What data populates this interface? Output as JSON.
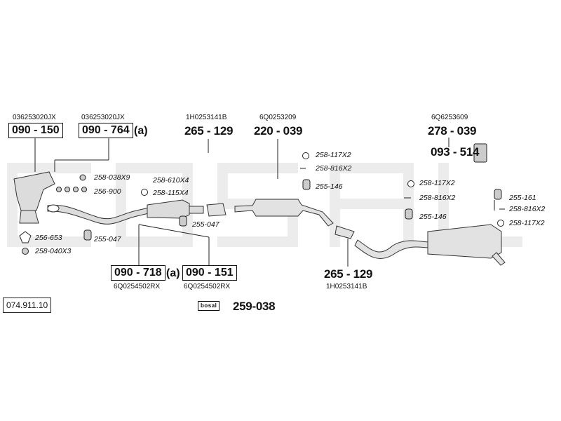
{
  "oem_top": [
    {
      "id": "oem-1",
      "text": "036253020JX"
    },
    {
      "id": "oem-2",
      "text": "036253020JX"
    },
    {
      "id": "oem-3",
      "text": "1H0253141B"
    },
    {
      "id": "oem-4",
      "text": "6Q0253209"
    },
    {
      "id": "oem-5",
      "text": "6Q6253609"
    }
  ],
  "oem_bottom": [
    {
      "id": "oem-6",
      "text": "6Q0254502RX"
    },
    {
      "id": "oem-7",
      "text": "6Q0254502RX"
    },
    {
      "id": "oem-8",
      "text": "1H0253141B"
    }
  ],
  "boxed_parts": [
    {
      "id": "part-090-150",
      "text": "090 - 150"
    },
    {
      "id": "part-090-764",
      "text": "090 - 764",
      "suffix": "(a)"
    },
    {
      "id": "part-090-718",
      "text": "090 - 718",
      "suffix": "(a)"
    },
    {
      "id": "part-090-151",
      "text": "090 - 151"
    }
  ],
  "bold_parts": [
    {
      "id": "part-265-129-top",
      "text": "265 - 129"
    },
    {
      "id": "part-220-039",
      "text": "220 - 039"
    },
    {
      "id": "part-278-039",
      "text": "278 - 039"
    },
    {
      "id": "part-093-514",
      "text": "093 - 514"
    },
    {
      "id": "part-265-129-bottom",
      "text": "265 - 129"
    },
    {
      "id": "part-259-038",
      "text": "259-038"
    }
  ],
  "small_parts": [
    {
      "id": "sp-258-038X9",
      "text": "258-038X9"
    },
    {
      "id": "sp-258-610X4",
      "text": "258-610X4"
    },
    {
      "id": "sp-256-900",
      "text": "256-900"
    },
    {
      "id": "sp-258-115X4",
      "text": "258-115X4"
    },
    {
      "id": "sp-256-653",
      "text": "256-653"
    },
    {
      "id": "sp-255-047-left",
      "text": "255-047"
    },
    {
      "id": "sp-258-040X3",
      "text": "258-040X3"
    },
    {
      "id": "sp-255-047-mid",
      "text": "255-047"
    },
    {
      "id": "sp-258-117X2-a",
      "text": "258-117X2"
    },
    {
      "id": "sp-258-816X2-a",
      "text": "258-816X2"
    },
    {
      "id": "sp-255-146-a",
      "text": "255-146"
    },
    {
      "id": "sp-258-117X2-b",
      "text": "258-117X2"
    },
    {
      "id": "sp-258-816X2-b",
      "text": "258-816X2"
    },
    {
      "id": "sp-255-146-b",
      "text": "255-146"
    },
    {
      "id": "sp-255-161",
      "text": "255-161"
    },
    {
      "id": "sp-258-816X2-c",
      "text": "258-816X2"
    },
    {
      "id": "sp-258-117X2-c",
      "text": "258-117X2"
    }
  ],
  "catalog_number": "074.911.10",
  "bosal_label": "bosal",
  "colors": {
    "ink": "#111111",
    "watermark": "#ebebeb",
    "part_fill": "#dedede",
    "part_stroke": "#333333"
  }
}
